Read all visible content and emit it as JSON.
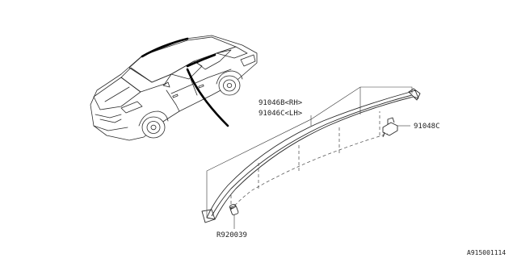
{
  "callouts": {
    "molding_rh": "91046B<RH>",
    "molding_lh": "91046C<LH>",
    "clip": "91048C",
    "fastener": "R920039"
  },
  "diagram_ref": "A915001114",
  "icons": {
    "vehicle": "sedan-illustration-icon",
    "molding": "roof-molding-icon",
    "clip": "clip-icon",
    "fastener": "rivet-icon"
  },
  "colors": {
    "line": "#2a2a2a",
    "highlight": "#000000",
    "background": "#ffffff"
  }
}
